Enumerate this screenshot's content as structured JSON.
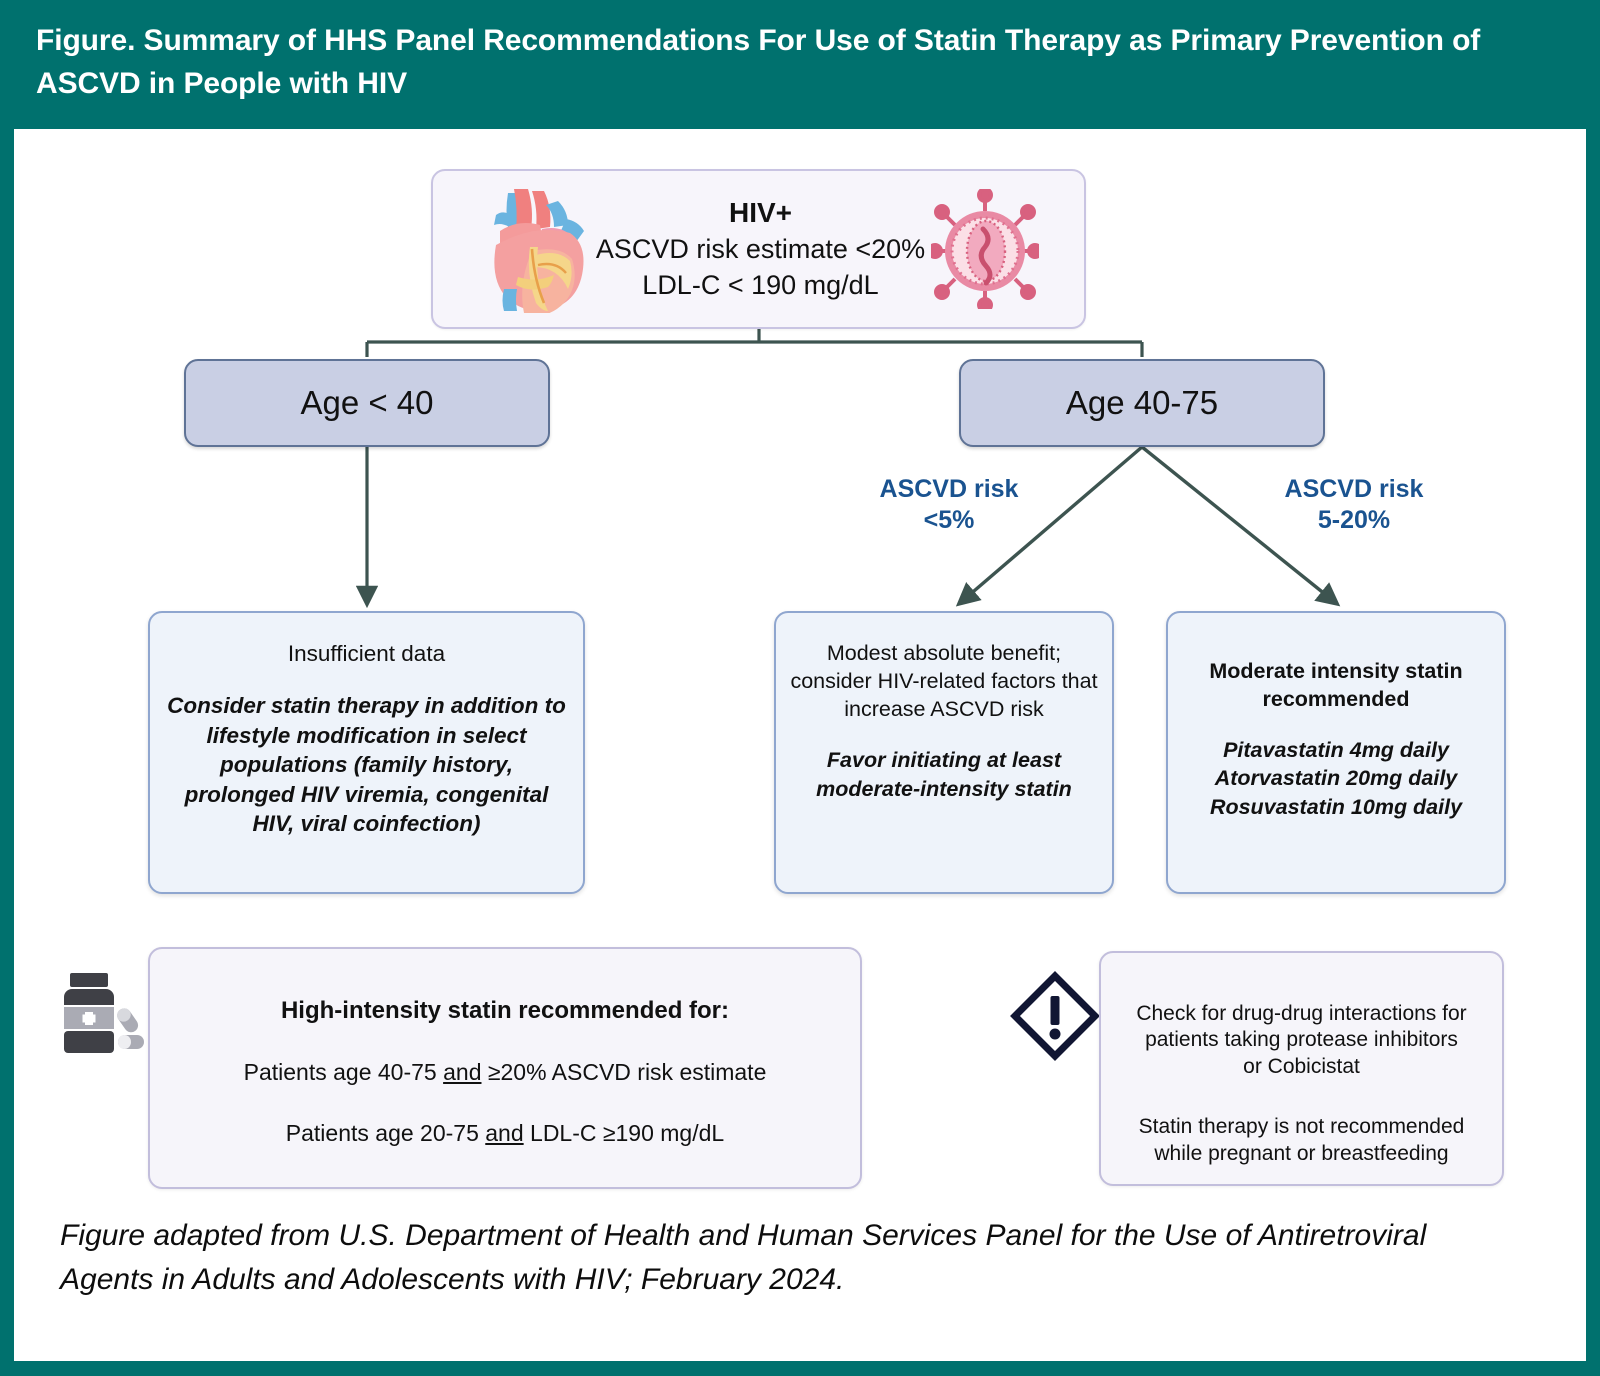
{
  "header": {
    "title": "Figure. Summary of HHS Panel Recommendations For Use of Statin Therapy as Primary Prevention of ASCVD in People with HIV",
    "background_color": "#00716e",
    "text_color": "#ffffff"
  },
  "colors": {
    "teal_band": "#00716e",
    "age_box_fill": "#c9cfe4",
    "age_box_border": "#5f7396",
    "outcome_box_fill": "#eef3fa",
    "outcome_box_border": "#8fa6cf",
    "note_box_fill": "#f6f5fa",
    "note_box_border": "#c2bedc",
    "edge_label_blue": "#1a5390",
    "arrow_color": "#3d5450"
  },
  "top_node": {
    "line1": "HIV+",
    "line2": "ASCVD risk estimate <20%",
    "line3": "LDL-C < 190 mg/dL",
    "left_icon": "anatomical-heart-icon",
    "right_icon": "hiv-virus-particle-icon"
  },
  "age_nodes": [
    {
      "id": "age-under-40",
      "label": "Age < 40"
    },
    {
      "id": "age-40-75",
      "label": "Age 40-75"
    }
  ],
  "edge_labels": [
    {
      "id": "risk-low",
      "line1": "ASCVD risk",
      "line2": "<5%"
    },
    {
      "id": "risk-mid",
      "line1": "ASCVD risk",
      "line2": "5-20%"
    }
  ],
  "outcome_boxes": {
    "insufficient": {
      "heading": "Insufficient data",
      "italic_body": "Consider statin therapy in addition to lifestyle modification in select populations (family history, prolonged HIV viremia, congenital HIV, viral coinfection)"
    },
    "modest": {
      "heading": "Modest absolute benefit; consider HIV-related factors that increase ASCVD risk",
      "italic_body": "Favor initiating at least moderate-intensity statin"
    },
    "moderate": {
      "heading": "Moderate intensity statin recommended",
      "drug_lines": [
        "Pitavastatin 4mg daily",
        "Atorvastatin 20mg daily",
        "Rosuvastatin 10mg daily"
      ]
    }
  },
  "notes": {
    "high_intensity": {
      "icon": "pill-bottle-icon",
      "heading": "High-intensity statin recommended for:",
      "criterion1_pre": "Patients age 40-75 ",
      "criterion1_and": "and",
      "criterion1_post": " ≥20% ASCVD risk estimate",
      "criterion2_pre": "Patients age 20-75 ",
      "criterion2_and": "and",
      "criterion2_post": " LDL-C ≥190 mg/dL"
    },
    "warning": {
      "icon": "warning-diamond-icon",
      "line1": "Check for drug-drug interactions for",
      "line2": "patients taking protease inhibitors",
      "line3": "or Cobicistat",
      "line4": "Statin therapy is not recommended",
      "line5": "while pregnant or breastfeeding"
    }
  },
  "caption": {
    "line1": "Figure adapted from U.S. Department of Health and Human Services Panel for the Use of",
    "line2": "Antiretroviral Agents in Adults and Adolescents with HIV; February 2024."
  }
}
